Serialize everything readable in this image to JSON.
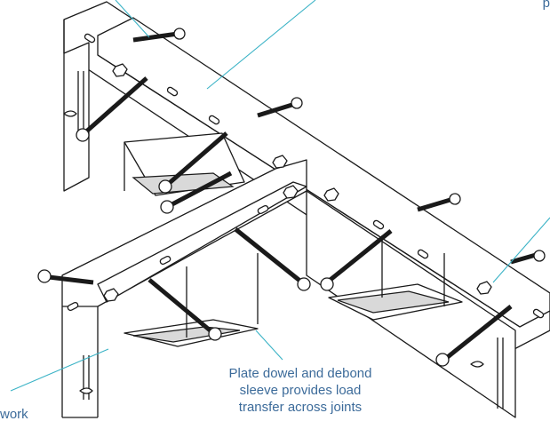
{
  "diagram": {
    "callouts": {
      "center_lines": [
        "Plate dowel and debond",
        "sleeve provides load",
        "transfer across joints"
      ],
      "bottom_left": "work",
      "top_right": "p"
    },
    "colors": {
      "line": "#1a1a1a",
      "leader": "#3bb3c6",
      "text": "#3c6b9a",
      "background": "#ffffff"
    }
  }
}
